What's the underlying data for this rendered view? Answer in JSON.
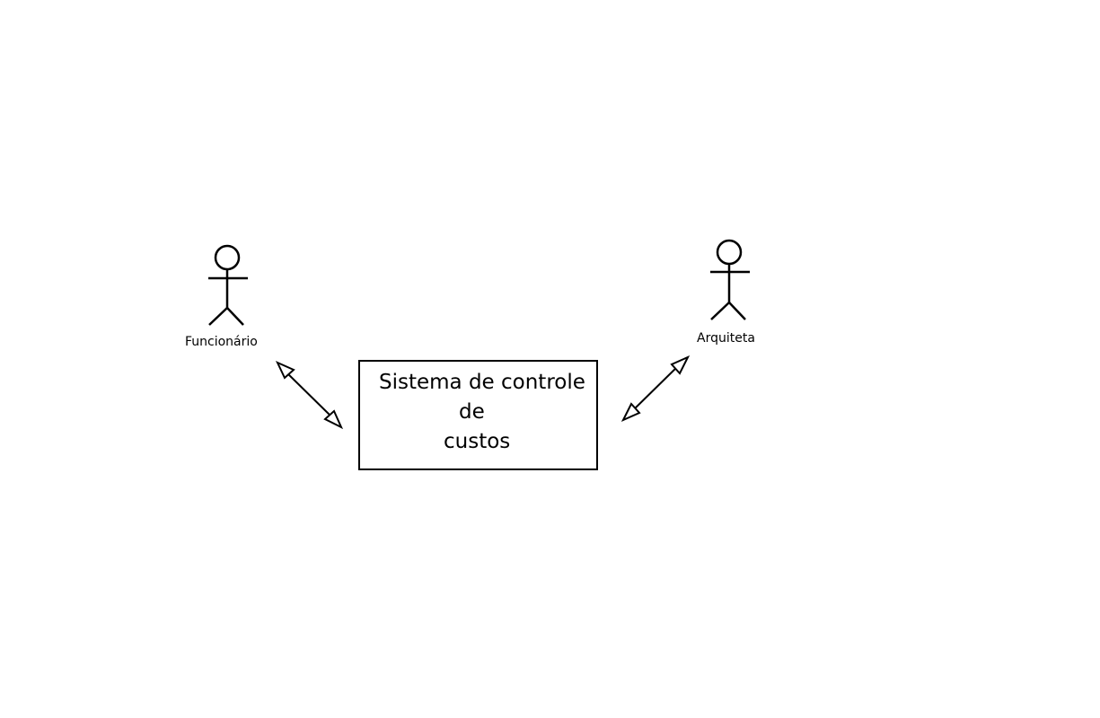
{
  "actors": [
    {
      "id": "funcionario",
      "label": "Funcionário"
    },
    {
      "id": "arquiteta",
      "label": "Arquiteta"
    }
  ],
  "system": {
    "lines": [
      "Sistema de controle",
      "de",
      "custos"
    ]
  },
  "connections": [
    {
      "from": "funcionario",
      "to": "system",
      "type": "bidirectional-arrow"
    },
    {
      "from": "arquiteta",
      "to": "system",
      "type": "bidirectional-arrow"
    }
  ],
  "colors": {
    "stroke": "#000000",
    "background": "#ffffff"
  }
}
